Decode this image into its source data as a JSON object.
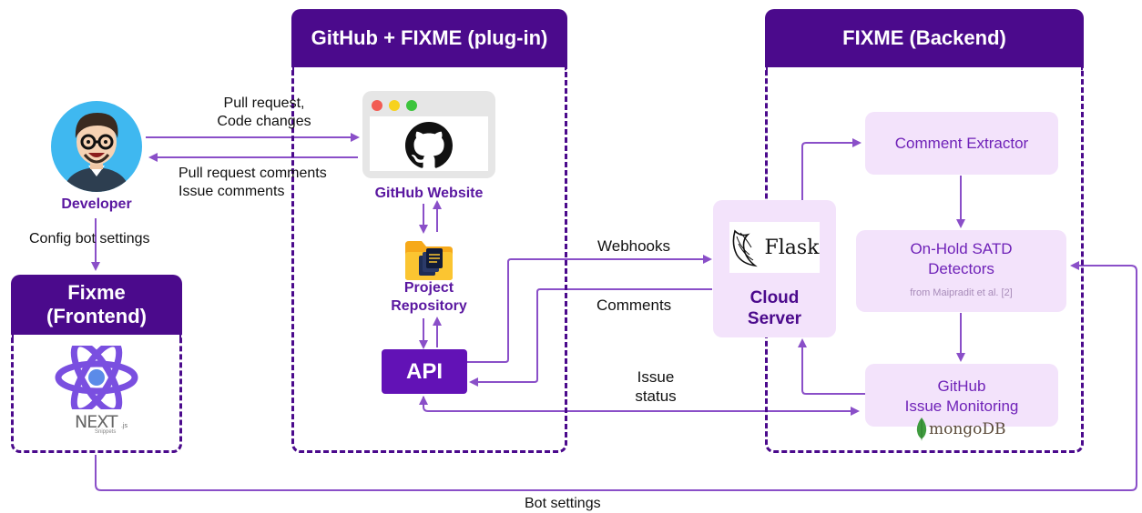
{
  "sections": {
    "github_plugin_title": "GitHub + FIXME (plug-in)",
    "backend_title": "FIXME (Backend)",
    "frontend_title_line1": "Fixme",
    "frontend_title_line2": "(Frontend)"
  },
  "developer": {
    "label": "Developer"
  },
  "github": {
    "website_label": "GitHub Website",
    "repo_line1": "Project",
    "repo_line2": "Repository",
    "api_label": "API"
  },
  "cloud": {
    "line1": "Cloud",
    "line2": "Server",
    "flask_text": "Flask"
  },
  "backend": {
    "comment_extractor": "Comment Extractor",
    "satd_line1": "On-Hold SATD",
    "satd_line2": "Detectors",
    "satd_source": "from  Maipradit et al. [2]",
    "monitor_line1": "GitHub",
    "monitor_line2": "Issue Monitoring",
    "mongodb": "mongoDB"
  },
  "frontend": {
    "next_text": "NEXT",
    "next_sup": ".js",
    "snippets": "Snippets"
  },
  "arrows": {
    "pull_request_1": "Pull request,",
    "pull_request_2": "Code changes",
    "pr_comments_1": "Pull request comments",
    "pr_comments_2": "Issue comments",
    "config": "Config bot settings",
    "webhooks": "Webhooks",
    "comments": "Comments",
    "issue_status_1": "Issue",
    "issue_status_2": "status",
    "bot_settings": "Bot settings"
  },
  "colors": {
    "dark_purple": "#4b0a8c",
    "arrow_purple": "#8a4fc8",
    "soft_box": "#f3e3fb"
  }
}
